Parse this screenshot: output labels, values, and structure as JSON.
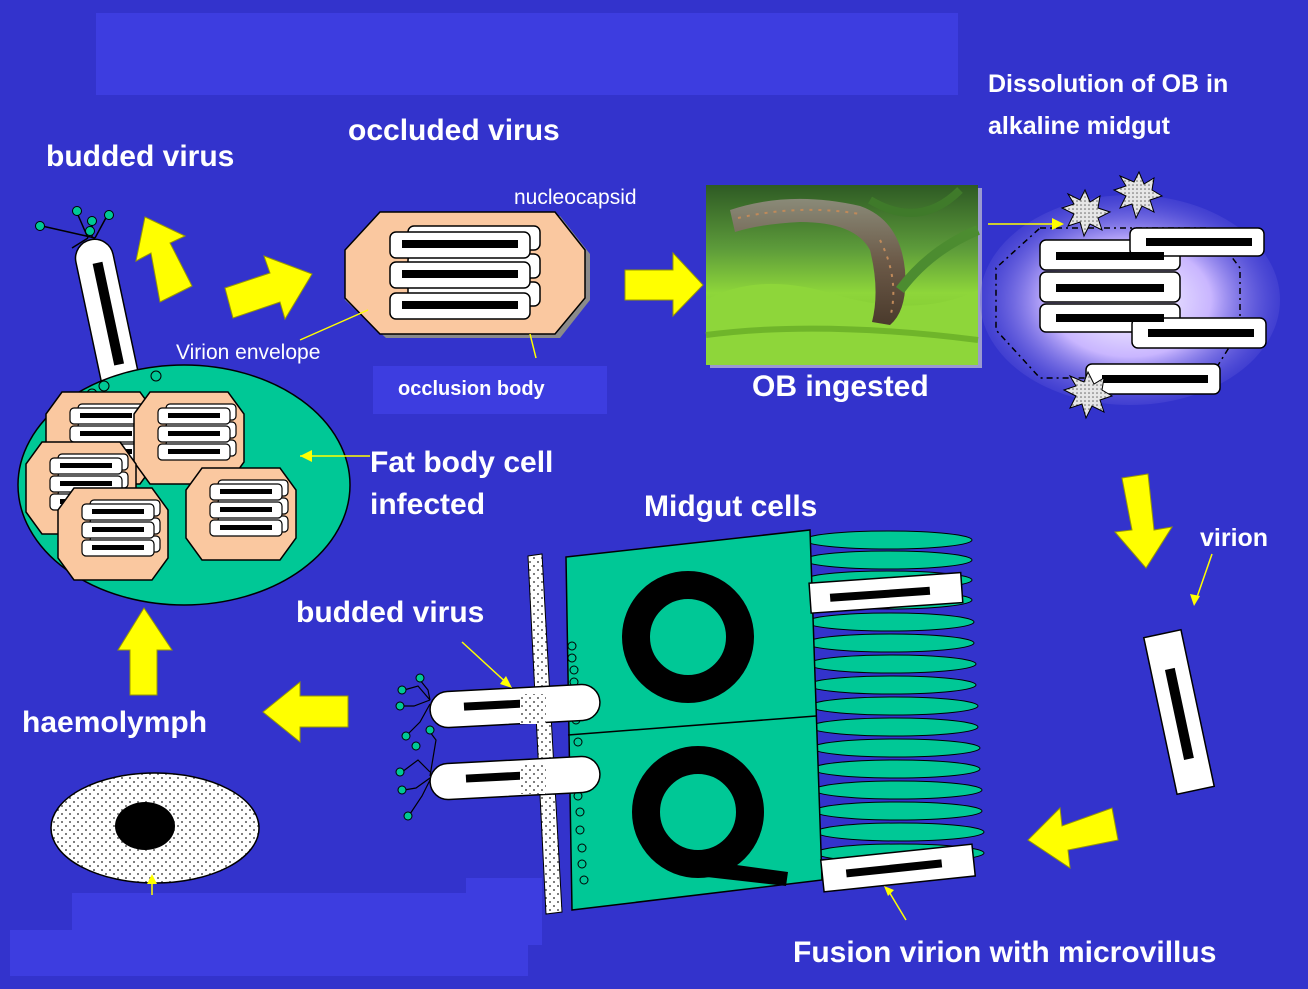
{
  "labels": {
    "budded_virus_top": "budded virus",
    "occluded_virus": "occluded virus",
    "nucleocapsid": "nucleocapsid",
    "dissolution_line1": "Dissolution of OB in",
    "dissolution_line2": "alkaline midgut",
    "virion_envelope": "Virion envelope",
    "occlusion_body": "occlusion body",
    "ob_ingested": "OB ingested",
    "fat_body_line1": "Fat body cell",
    "fat_body_line2": "infected",
    "midgut_cells": "Midgut cells",
    "virion": "virion",
    "budded_virus_mid": "budded virus",
    "haemolymph": "haemolymph",
    "fusion": "Fusion virion with microvillus"
  },
  "colors": {
    "background": "#3333cc",
    "title_box": "#3d3de0",
    "arrow": "#ffff00",
    "occlusion_body": "#fac8a0",
    "midgut_cell": "#00c896",
    "caterpillar_leaf": "#8ed63a"
  }
}
